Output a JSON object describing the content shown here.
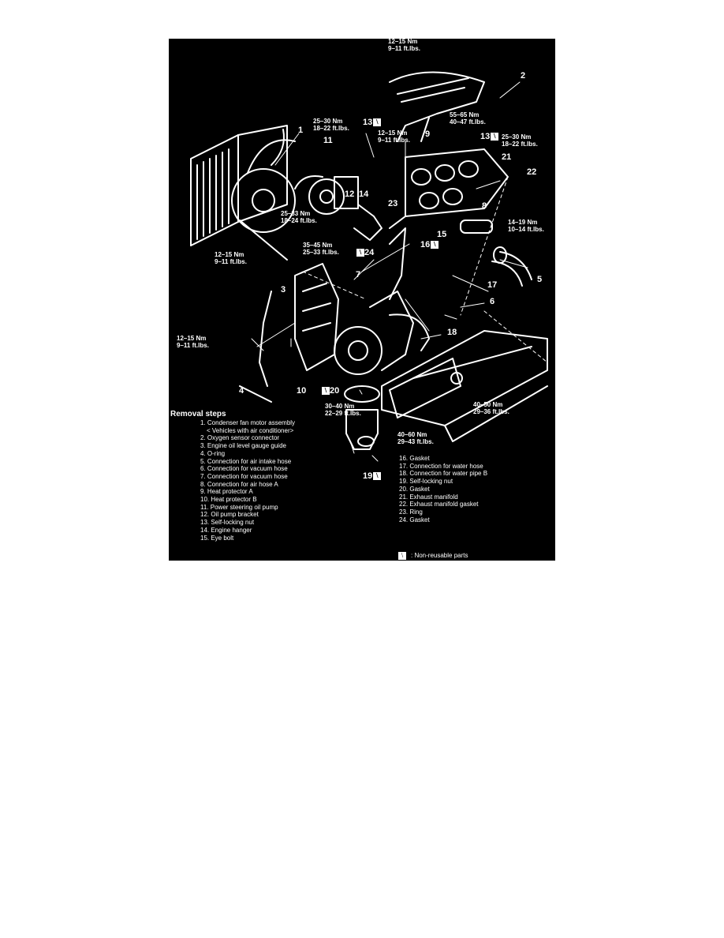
{
  "torque_specs": [
    {
      "id": "t-top",
      "nm": "12–15 Nm",
      "ftlbs": "9–11 ft.lbs."
    },
    {
      "id": "t-25-30-a",
      "nm": "25–30 Nm",
      "ftlbs": "18–22 ft.lbs."
    },
    {
      "id": "t-12-15-b",
      "nm": "12–15 Nm",
      "ftlbs": "9–11 ft.lbs."
    },
    {
      "id": "t-55-65",
      "nm": "55–65 Nm",
      "ftlbs": "40–47 ft.lbs."
    },
    {
      "id": "t-25-30-b",
      "nm": "25–30 Nm",
      "ftlbs": "18–22 ft.lbs."
    },
    {
      "id": "t-25-33",
      "nm": "25–33 Nm",
      "ftlbs": "18–24 ft.lbs."
    },
    {
      "id": "t-35-45",
      "nm": "35–45 Nm",
      "ftlbs": "25–33 ft.lbs."
    },
    {
      "id": "t-14-19",
      "nm": "14–19 Nm",
      "ftlbs": "10–14 ft.lbs."
    },
    {
      "id": "t-12-15-c",
      "nm": "12–15 Nm",
      "ftlbs": "9–11 ft.lbs."
    },
    {
      "id": "t-12-15-d",
      "nm": "12–15 Nm",
      "ftlbs": "9–11 ft.lbs."
    },
    {
      "id": "t-40-50",
      "nm": "40–50 Nm",
      "ftlbs": "29–36 ft.lbs."
    },
    {
      "id": "t-30-40",
      "nm": "30–40 Nm",
      "ftlbs": "22–29 ft.lbs."
    },
    {
      "id": "t-40-60",
      "nm": "40–60 Nm",
      "ftlbs": "29–43 ft.lbs."
    }
  ],
  "callouts": [
    "1",
    "2",
    "3",
    "4",
    "5",
    "6",
    "7",
    "8",
    "9",
    "10",
    "11",
    "12",
    "13",
    "13",
    "14",
    "15",
    "16",
    "17",
    "18",
    "19",
    "20",
    "21",
    "22",
    "23",
    "24"
  ],
  "steps_heading": "Removal steps",
  "steps_left": [
    "1. Condenser fan motor assembly",
    "< Vehicles with air conditioner>",
    "2. Oxygen sensor connector",
    "3. Engine oil level gauge guide",
    "4. O-ring",
    "5. Connection for air intake hose",
    "6. Connection for vacuum hose",
    "7. Connection for vacuum hose",
    "8. Connection for air hose A",
    "9. Heat protector A",
    "10. Heat protector B",
    "11. Power steering oil pump",
    "12. Oil pump bracket",
    "13. Self-locking nut",
    "14. Engine hanger",
    "15. Eye bolt"
  ],
  "steps_right": [
    "16. Gasket",
    "17. Connection for water hose",
    "18. Connection for water pipe B",
    "19. Self-locking nut",
    "20. Gasket",
    "21. Exhaust manifold",
    "22. Exhaust manifold gasket",
    "23. Ring",
    "24. Gasket"
  ],
  "legend_text": ": Non-reusable parts",
  "colors": {
    "background": "#000000",
    "ink": "#ffffff"
  }
}
